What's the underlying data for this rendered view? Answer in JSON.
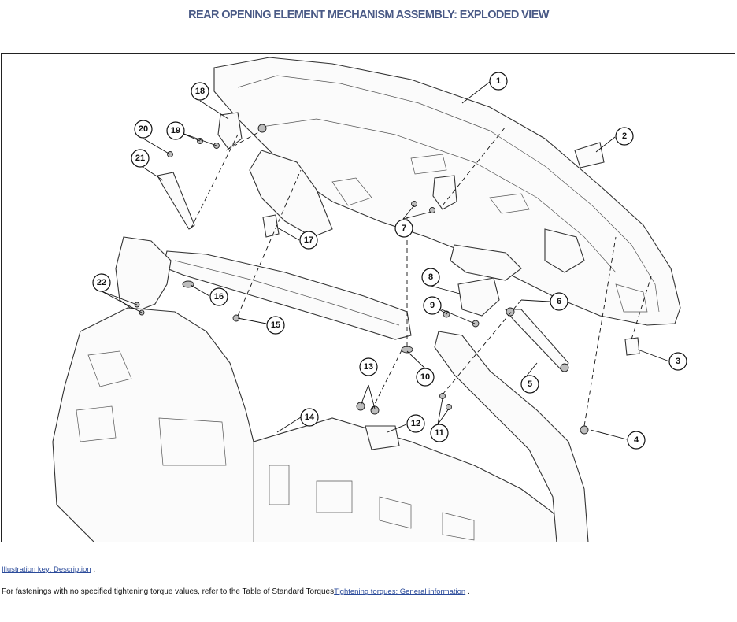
{
  "title": "REAR OPENING ELEMENT MECHANISM ASSEMBLY: EXPLODED VIEW",
  "callouts": [
    "1",
    "2",
    "3",
    "4",
    "5",
    "6",
    "7",
    "8",
    "9",
    "10",
    "11",
    "12",
    "13",
    "14",
    "15",
    "16",
    "17",
    "18",
    "19",
    "20",
    "21",
    "22"
  ],
  "footer": {
    "key_link": "Illustration key: Description",
    "key_suffix": ".",
    "note_text": "For fastenings with no specified tightening torque values, refer to the Table of Standard Torques",
    "torque_link": "Tightening torques: General information",
    "note_suffix": "."
  }
}
